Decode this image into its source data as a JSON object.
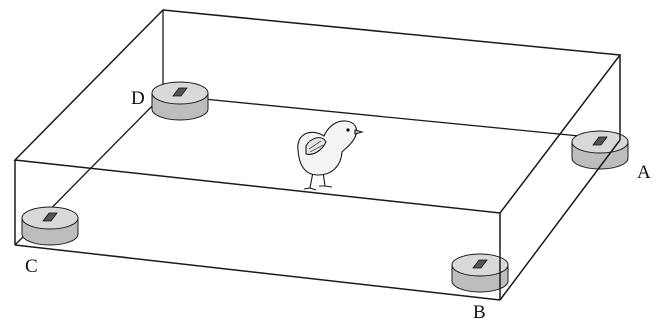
{
  "diagram": {
    "labels": {
      "A": "A",
      "B": "B",
      "C": "C",
      "D": "D"
    },
    "colors": {
      "outline": "#1a1a1a",
      "pad_top": "#d9d9d9",
      "pad_side": "#bdbdbd",
      "chick_fill": "#f4f4f4"
    }
  }
}
